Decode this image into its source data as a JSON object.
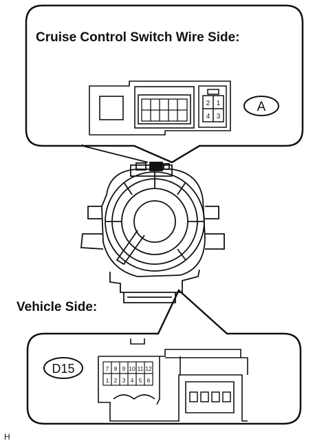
{
  "callout_top": {
    "title": "Cruise Control Switch Wire Side:",
    "connector_badge": "A",
    "pins": [
      "2",
      "1",
      "4",
      "3"
    ]
  },
  "callout_bottom": {
    "title": "Vehicle Side:",
    "connector_badge": "D15",
    "pins_top_row": [
      "7",
      "8",
      "9",
      "10",
      "11",
      "12"
    ],
    "pins_bottom_row": [
      "1",
      "2",
      "3",
      "4",
      "5",
      "6"
    ]
  },
  "corner_mark": "H"
}
